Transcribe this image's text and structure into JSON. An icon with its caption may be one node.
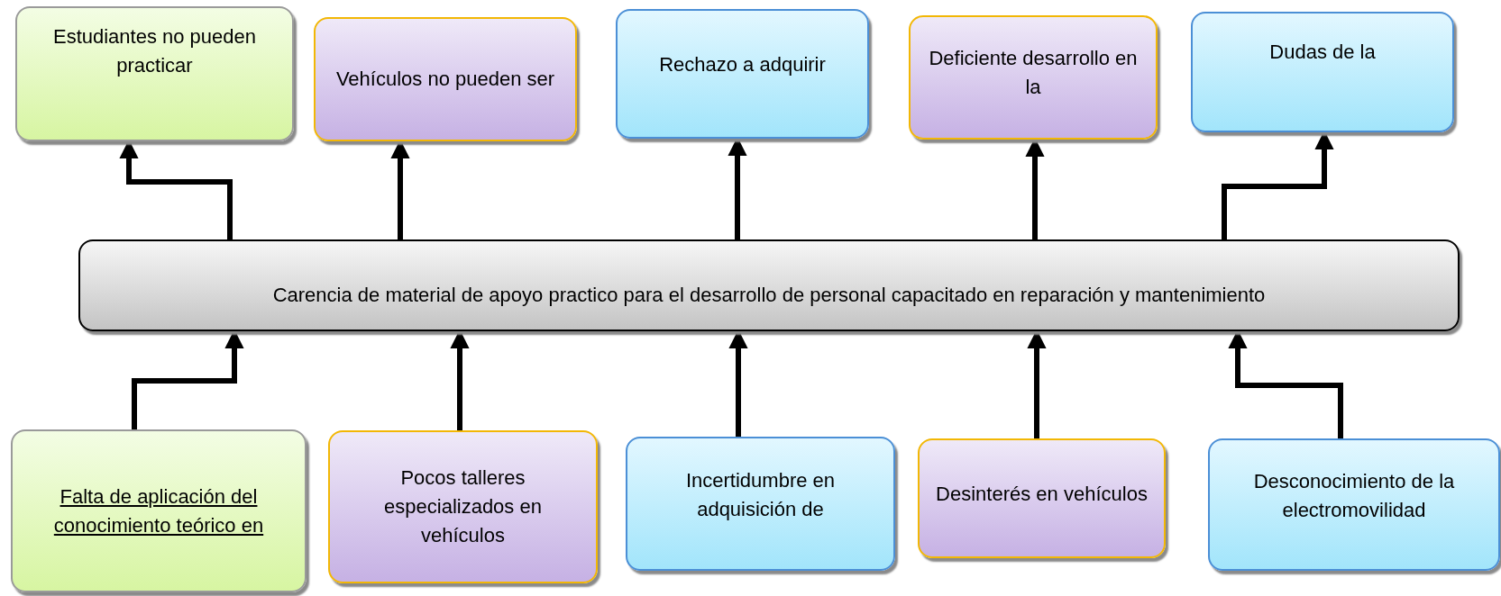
{
  "diagram": {
    "nodes": [
      {
        "text": [
          "Carencia de material de apoyo practico para el desarrollo de personal capacitado en reparación y mantenimiento"
        ]
      },
      {
        "text": [
          "Estudiantes no pueden practicar"
        ]
      },
      {
        "text": [
          "Vehículos no pueden ser"
        ]
      },
      {
        "text": [
          "Rechazo a adquirir"
        ]
      },
      {
        "text": [
          "Deficiente desarrollo en la"
        ]
      },
      {
        "text": [
          "Dudas de la"
        ]
      },
      {
        "text": [
          "Falta de aplicación del conocimiento teórico en"
        ]
      },
      {
        "text": [
          "Pocos talleres especializados en vehículos"
        ]
      },
      {
        "text": [
          "Incertidumbre en adquisición de"
        ]
      },
      {
        "text": [
          "Desinterés en vehículos"
        ]
      },
      {
        "text": [
          "Desconocimiento de la electromovilidad"
        ]
      }
    ],
    "edges": [
      {
        "from": 0,
        "to": 1,
        "arrow": "to"
      },
      {
        "from": 0,
        "to": 2,
        "arrow": "to"
      },
      {
        "from": 0,
        "to": 3,
        "arrow": "to"
      },
      {
        "from": 0,
        "to": 4,
        "arrow": "to"
      },
      {
        "from": 0,
        "to": 5,
        "arrow": "to"
      },
      {
        "from": 6,
        "to": 0,
        "arrow": "to"
      },
      {
        "from": 7,
        "to": 0,
        "arrow": "to"
      },
      {
        "from": 8,
        "to": 0,
        "arrow": "to"
      },
      {
        "from": 9,
        "to": 0,
        "arrow": "to"
      },
      {
        "from": 10,
        "to": 0,
        "arrow": "to"
      }
    ]
  }
}
